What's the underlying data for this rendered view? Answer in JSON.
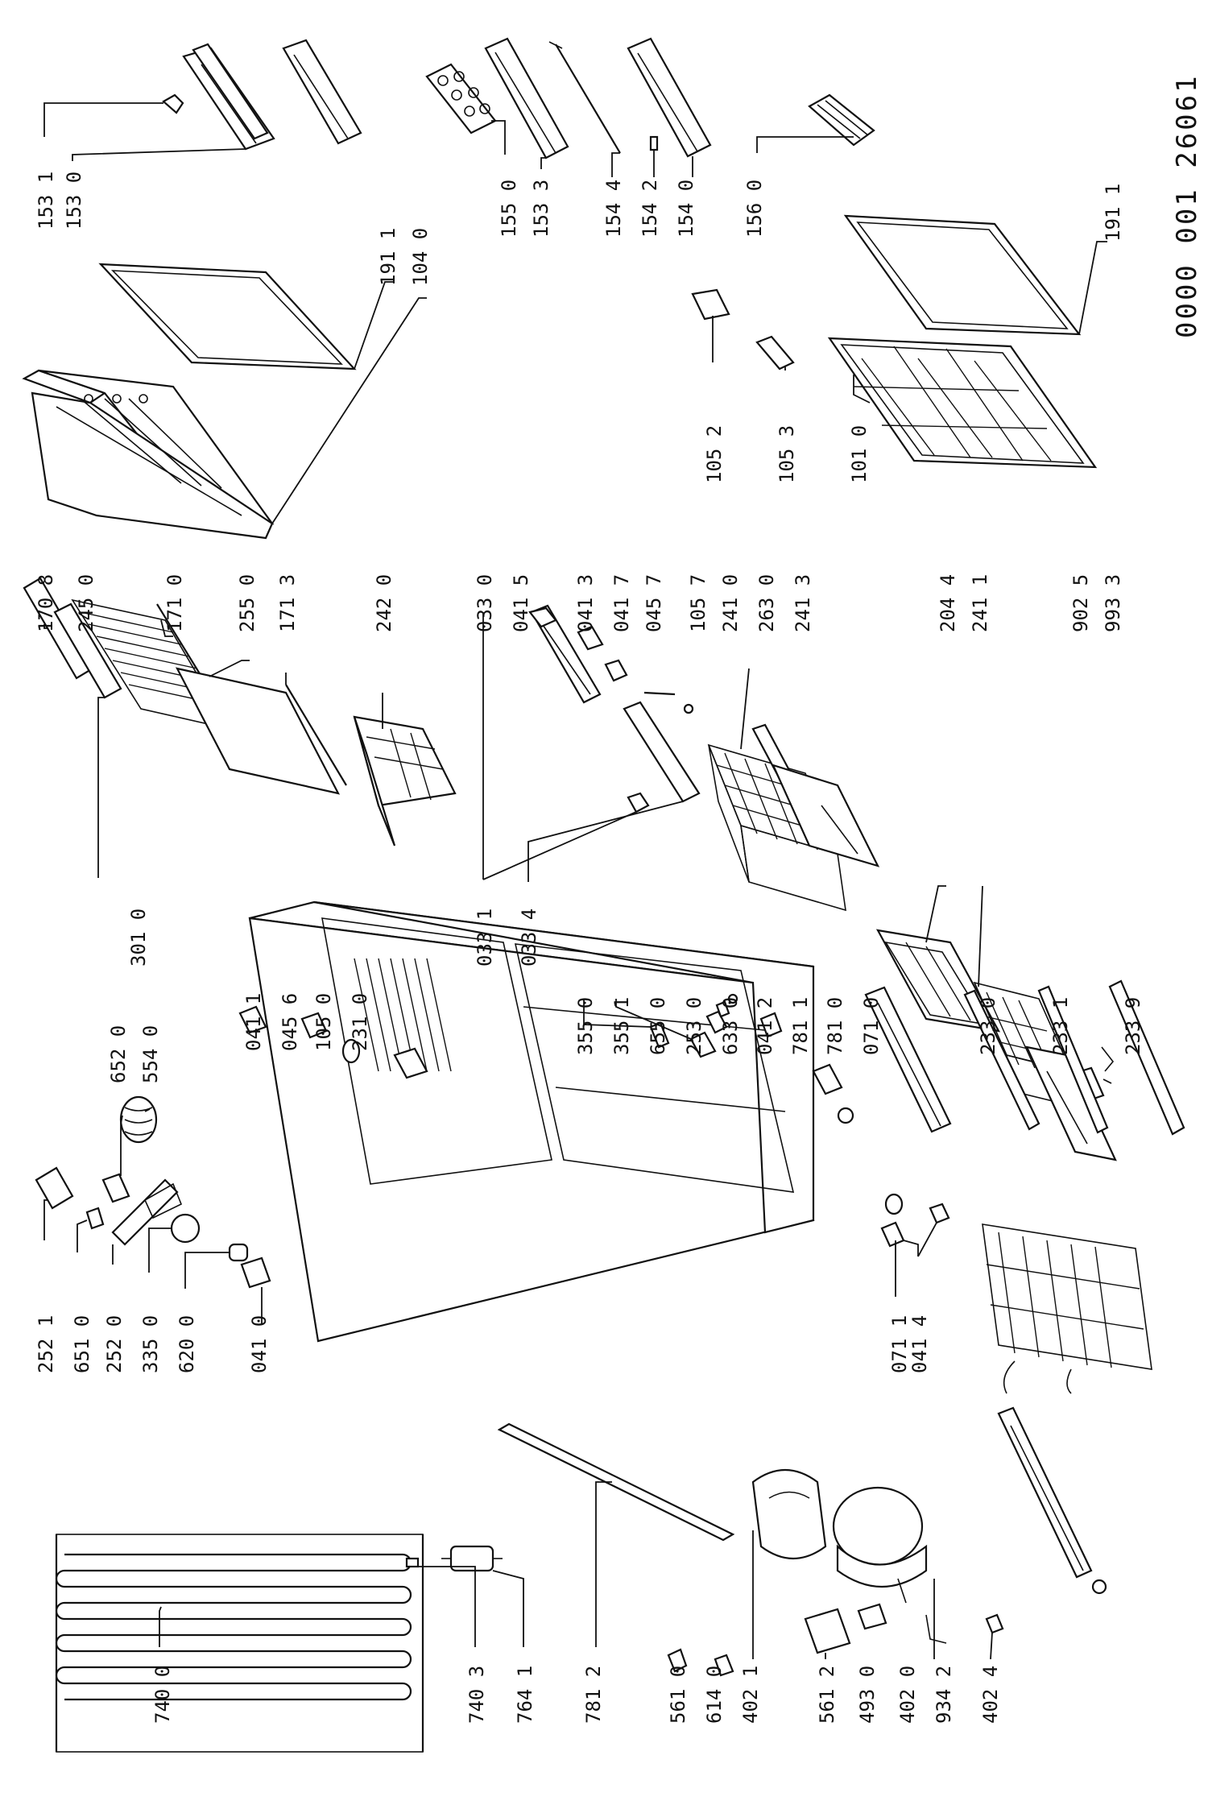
{
  "drawing_code": "0000 001 26061",
  "labels": [
    {
      "id": "l0",
      "text": "153 1"
    },
    {
      "id": "l1",
      "text": "153 0"
    },
    {
      "id": "l2",
      "text": "191 1"
    },
    {
      "id": "l3",
      "text": "104 0"
    },
    {
      "id": "l4",
      "text": "155 0"
    },
    {
      "id": "l5",
      "text": "153 3"
    },
    {
      "id": "l6",
      "text": "154 4"
    },
    {
      "id": "l7",
      "text": "154 2"
    },
    {
      "id": "l8",
      "text": "154 0"
    },
    {
      "id": "l9",
      "text": "156 0"
    },
    {
      "id": "l10",
      "text": "191 1"
    },
    {
      "id": "l11",
      "text": "170 8"
    },
    {
      "id": "l12",
      "text": "245 0"
    },
    {
      "id": "l13",
      "text": "171 0"
    },
    {
      "id": "l14",
      "text": "255 0"
    },
    {
      "id": "l15",
      "text": "171 3"
    },
    {
      "id": "l16",
      "text": "242 0"
    },
    {
      "id": "l17",
      "text": "301 0"
    },
    {
      "id": "l18",
      "text": "033 0"
    },
    {
      "id": "l19",
      "text": "041 5"
    },
    {
      "id": "l20",
      "text": "041 3"
    },
    {
      "id": "l21",
      "text": "041 7"
    },
    {
      "id": "l22",
      "text": "045 7"
    },
    {
      "id": "l23",
      "text": "105 7"
    },
    {
      "id": "l24",
      "text": "241 0"
    },
    {
      "id": "l25",
      "text": "263 0"
    },
    {
      "id": "l26",
      "text": "241 3"
    },
    {
      "id": "l27",
      "text": "204 4"
    },
    {
      "id": "l28",
      "text": "241 1"
    },
    {
      "id": "l29",
      "text": "902 5"
    },
    {
      "id": "l30",
      "text": "993 3"
    },
    {
      "id": "l31",
      "text": "105 2"
    },
    {
      "id": "l32",
      "text": "105 3"
    },
    {
      "id": "l33",
      "text": "101 0"
    },
    {
      "id": "l34",
      "text": "033 1"
    },
    {
      "id": "l35",
      "text": "033 4"
    },
    {
      "id": "l36",
      "text": "652 0"
    },
    {
      "id": "l37",
      "text": "554 0"
    },
    {
      "id": "l38",
      "text": "041 1"
    },
    {
      "id": "l39",
      "text": "045 6"
    },
    {
      "id": "l40",
      "text": "105 0"
    },
    {
      "id": "l41",
      "text": "231 0"
    },
    {
      "id": "l42",
      "text": "355 0"
    },
    {
      "id": "l43",
      "text": "355 1"
    },
    {
      "id": "l44",
      "text": "655 0"
    },
    {
      "id": "l45",
      "text": "253 0"
    },
    {
      "id": "l46",
      "text": "633 0"
    },
    {
      "id": "l47",
      "text": "041 2"
    },
    {
      "id": "l48",
      "text": "781 1"
    },
    {
      "id": "l49",
      "text": "781 0"
    },
    {
      "id": "l50",
      "text": "071 0"
    },
    {
      "id": "l51",
      "text": "233 0"
    },
    {
      "id": "l52",
      "text": "233 1"
    },
    {
      "id": "l53",
      "text": "233 9"
    },
    {
      "id": "l54",
      "text": "252 1"
    },
    {
      "id": "l55",
      "text": "651 0"
    },
    {
      "id": "l56",
      "text": "252 0"
    },
    {
      "id": "l57",
      "text": "335 0"
    },
    {
      "id": "l58",
      "text": "620 0"
    },
    {
      "id": "l59",
      "text": "041 0"
    },
    {
      "id": "l60",
      "text": "071 1"
    },
    {
      "id": "l61",
      "text": "041 4"
    },
    {
      "id": "l62",
      "text": "740 0"
    },
    {
      "id": "l63",
      "text": "740 3"
    },
    {
      "id": "l64",
      "text": "764 1"
    },
    {
      "id": "l65",
      "text": "781 2"
    },
    {
      "id": "l66",
      "text": "561 0"
    },
    {
      "id": "l67",
      "text": "614 0"
    },
    {
      "id": "l68",
      "text": "402 1"
    },
    {
      "id": "l69",
      "text": "561 2"
    },
    {
      "id": "l70",
      "text": "493 0"
    },
    {
      "id": "l71",
      "text": "402 0"
    },
    {
      "id": "l72",
      "text": "934 2"
    },
    {
      "id": "l73",
      "text": "402 4"
    }
  ]
}
